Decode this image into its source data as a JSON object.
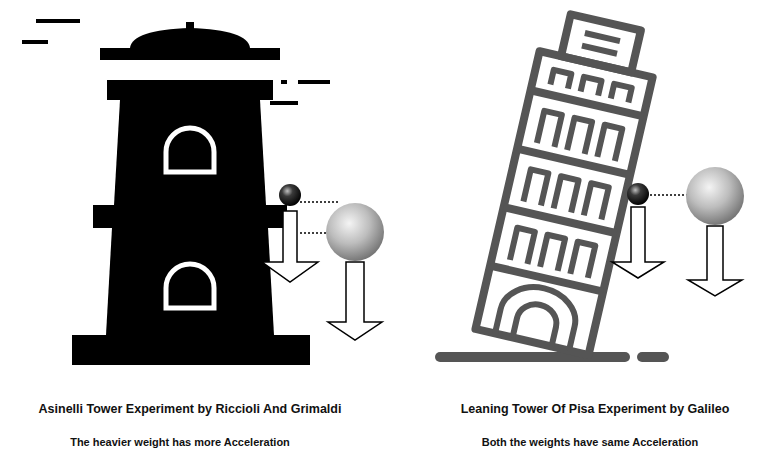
{
  "diagram": {
    "labels": [
      "Asinelli Tower Experiment by Riccioli And Grimaldi",
      "The heavier weight has more Acceleration",
      "Leaning Tower Of Pisa Experiment by Galileo",
      "Both the weights have same Acceleration"
    ]
  }
}
